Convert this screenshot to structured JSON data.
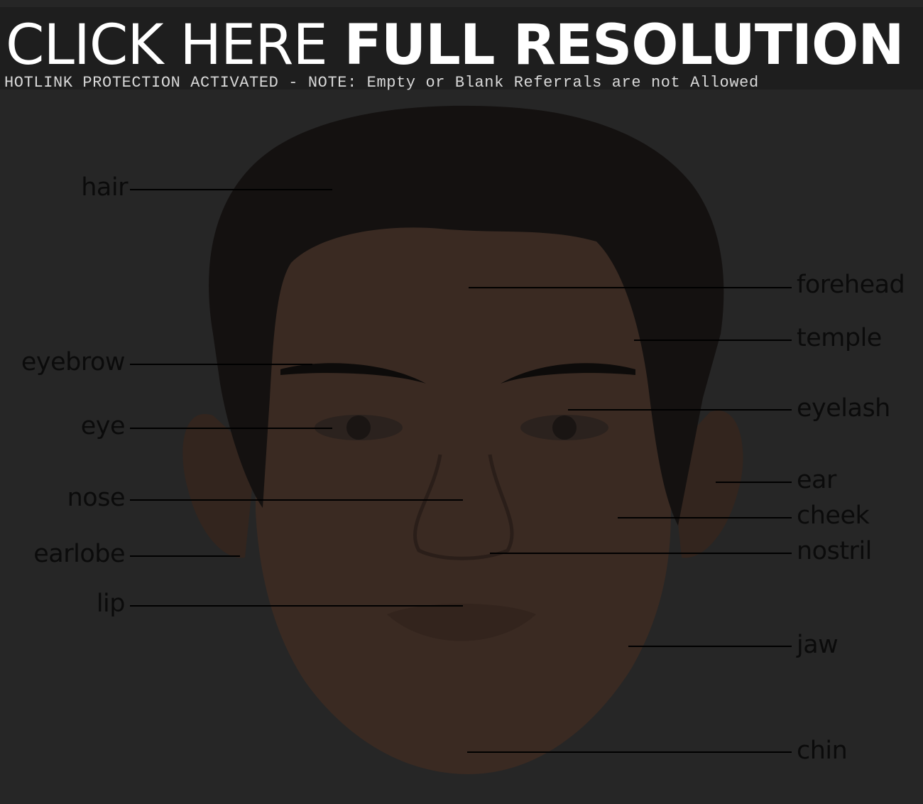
{
  "banner": {
    "title_light": "CLICK HERE",
    "title_bold": "FULL RESOLUTION",
    "note": "HOTLINK PROTECTION ACTIVATED - NOTE: Empty or Blank Referrals are not Allowed"
  },
  "labels": {
    "hair": "hair",
    "eyebrow": "eyebrow",
    "eye": "eye",
    "nose": "nose",
    "earlobe": "earlobe",
    "lip": "lip",
    "forehead": "forehead",
    "temple": "temple",
    "eyelash": "eyelash",
    "ear": "ear",
    "cheek": "cheek",
    "nostril": "nostril",
    "jaw": "jaw",
    "chin": "chin"
  },
  "colors": {
    "background": "#262626",
    "skin": "#3a2a22",
    "hair": "#121010",
    "leader_line": "#000000"
  }
}
